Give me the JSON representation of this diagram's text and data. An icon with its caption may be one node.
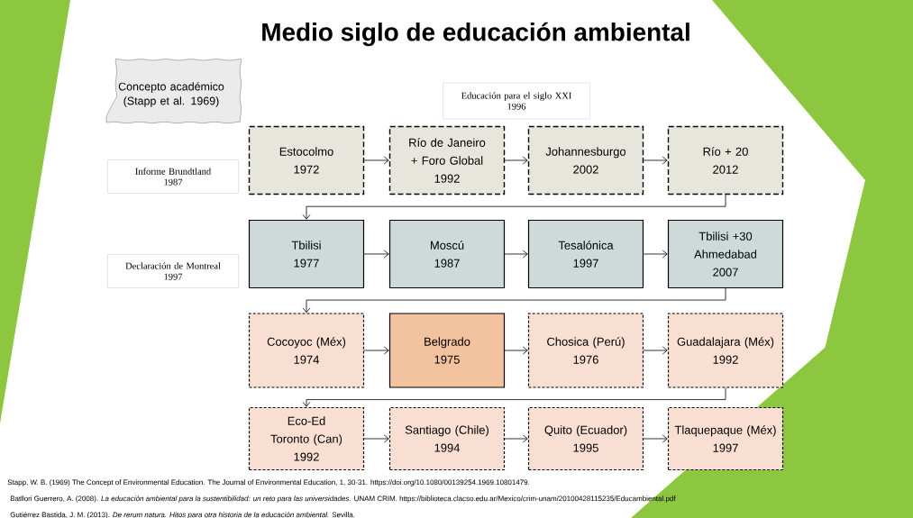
{
  "diagram": {
    "title": "Medio siglo de educación ambiental",
    "nodes": [
      {
        "text": [
          "Concepto académico (Stapp et al. 1969)"
        ]
      },
      {
        "text": [
          "Educación para el siglo XXI",
          "1996"
        ]
      },
      {
        "text": [
          "Informe Brundtland",
          "1987"
        ]
      },
      {
        "text": [
          "Estocolmo",
          "1972"
        ]
      },
      {
        "text": [
          "Río de Janeiro + Foro Global",
          "1992"
        ]
      },
      {
        "text": [
          "Johannesburgo",
          "2002"
        ]
      },
      {
        "text": [
          "Río + 20",
          "2012"
        ]
      },
      {
        "text": [
          "Declaración de Montreal",
          "1997"
        ]
      },
      {
        "text": [
          "Tbilisi",
          "1977"
        ]
      },
      {
        "text": [
          "Moscú",
          "1987"
        ]
      },
      {
        "text": [
          "Tesalónica",
          "1997"
        ]
      },
      {
        "text": [
          "Tbilisi +30 Ahmedabad",
          "2007"
        ]
      },
      {
        "text": [
          "Cocoyoc (Méx)",
          "1974"
        ]
      },
      {
        "text": [
          "Belgrado",
          "1975"
        ]
      },
      {
        "text": [
          "Chosica (Perú)",
          "1976"
        ]
      },
      {
        "text": [
          "Guadalajara (Méx)",
          "1992"
        ]
      },
      {
        "text": [
          "Eco-Ed Toronto (Can)",
          "1992"
        ]
      },
      {
        "text": [
          "Santiago (Chile)",
          "1994"
        ]
      },
      {
        "text": [
          "Quito (Ecuador)",
          "1995"
        ]
      },
      {
        "text": [
          "Tlaquepaque (Méx)",
          "1997"
        ]
      }
    ],
    "edges": [
      {
        "from": 3,
        "to": 4,
        "arrow": "to"
      },
      {
        "from": 4,
        "to": 5,
        "arrow": "to"
      },
      {
        "from": 5,
        "to": 6,
        "arrow": "to"
      },
      {
        "from": 6,
        "to": 8,
        "arrow": "to"
      },
      {
        "from": 8,
        "to": 9,
        "arrow": "to"
      },
      {
        "from": 9,
        "to": 10,
        "arrow": "to"
      },
      {
        "from": 10,
        "to": 11,
        "arrow": "to"
      },
      {
        "from": 11,
        "to": 12,
        "arrow": "to"
      },
      {
        "from": 12,
        "to": 13,
        "arrow": "to"
      },
      {
        "from": 13,
        "to": 14,
        "arrow": "to"
      },
      {
        "from": 14,
        "to": 15,
        "arrow": "to"
      },
      {
        "from": 15,
        "to": 16,
        "arrow": "to"
      },
      {
        "from": 16,
        "to": 17,
        "arrow": "to"
      },
      {
        "from": 17,
        "to": 18,
        "arrow": "to"
      },
      {
        "from": 18,
        "to": 19,
        "arrow": "to"
      }
    ],
    "labels": [
      "Stapp, W. B. (1969) The Concept of Environmental Education. The Journal of Environmental Education, 1, 30-31. https://doi.org/10.1080/00139254.1969.10801479.",
      "Batllori Guerrero, A. (2008). *La educación ambiental para la sustentibilidad: un reto para las universidades.* UNAM CRIM. https://biblioteca.clacso.edu.ar/Mexico/crim-unam/20100428115235/Educambiental.pdf",
      "Gutiérrez Bastida, J. M. (2013). *De rerum natura. Hitos para otra historia de la educación ambiental.* Sevilla."
    ]
  }
}
